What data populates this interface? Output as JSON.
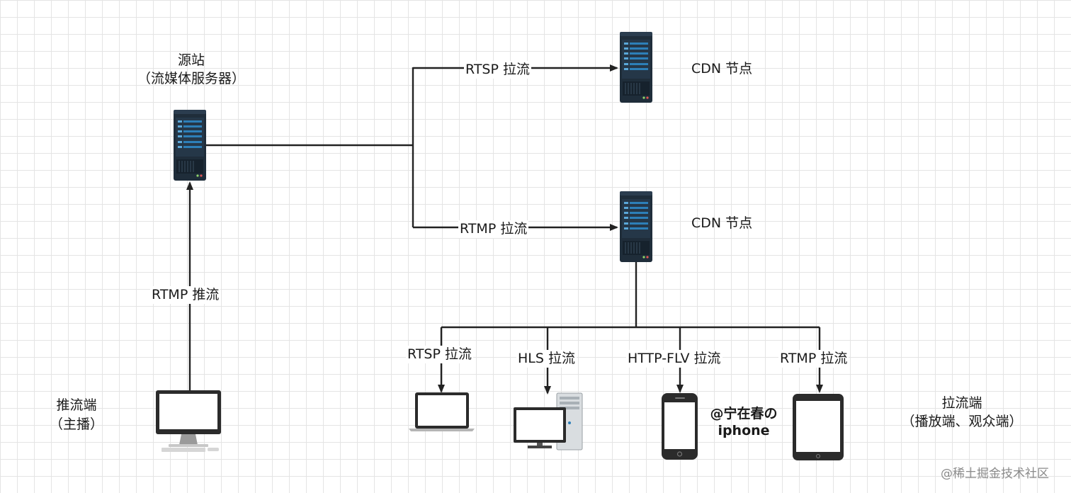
{
  "origin": {
    "title": "源站",
    "subtitle": "（流媒体服务器）"
  },
  "cdn_top": {
    "label": "CDN 节点"
  },
  "cdn_bottom": {
    "label": "CDN 节点"
  },
  "edges": {
    "push": "RTMP 推流",
    "rtsp_pull_top": "RTSP 拉流",
    "rtmp_pull_top": "RTMP 拉流",
    "rtsp_pull": "RTSP 拉流",
    "hls_pull": "HLS 拉流",
    "flv_pull": "HTTP-FLV 拉流",
    "rtmp_pull": "RTMP 拉流"
  },
  "pusher": {
    "title": "推流端",
    "subtitle": "（主播）"
  },
  "puller": {
    "title": "拉流端",
    "subtitle": "（播放端、观众端）"
  },
  "phone_note": {
    "line1": "@宁在春の",
    "line2": "iphone"
  },
  "watermark": "@稀土掘金技术社区",
  "icons": [
    "server-icon",
    "monitor-icon",
    "laptop-icon",
    "desktop-pc-icon",
    "smartphone-icon",
    "tablet-icon"
  ],
  "colors": {
    "server_body": "#1f2d3a",
    "server_stripe": "#2d7fb8",
    "line": "#222222",
    "device": "#2b2b2b"
  }
}
